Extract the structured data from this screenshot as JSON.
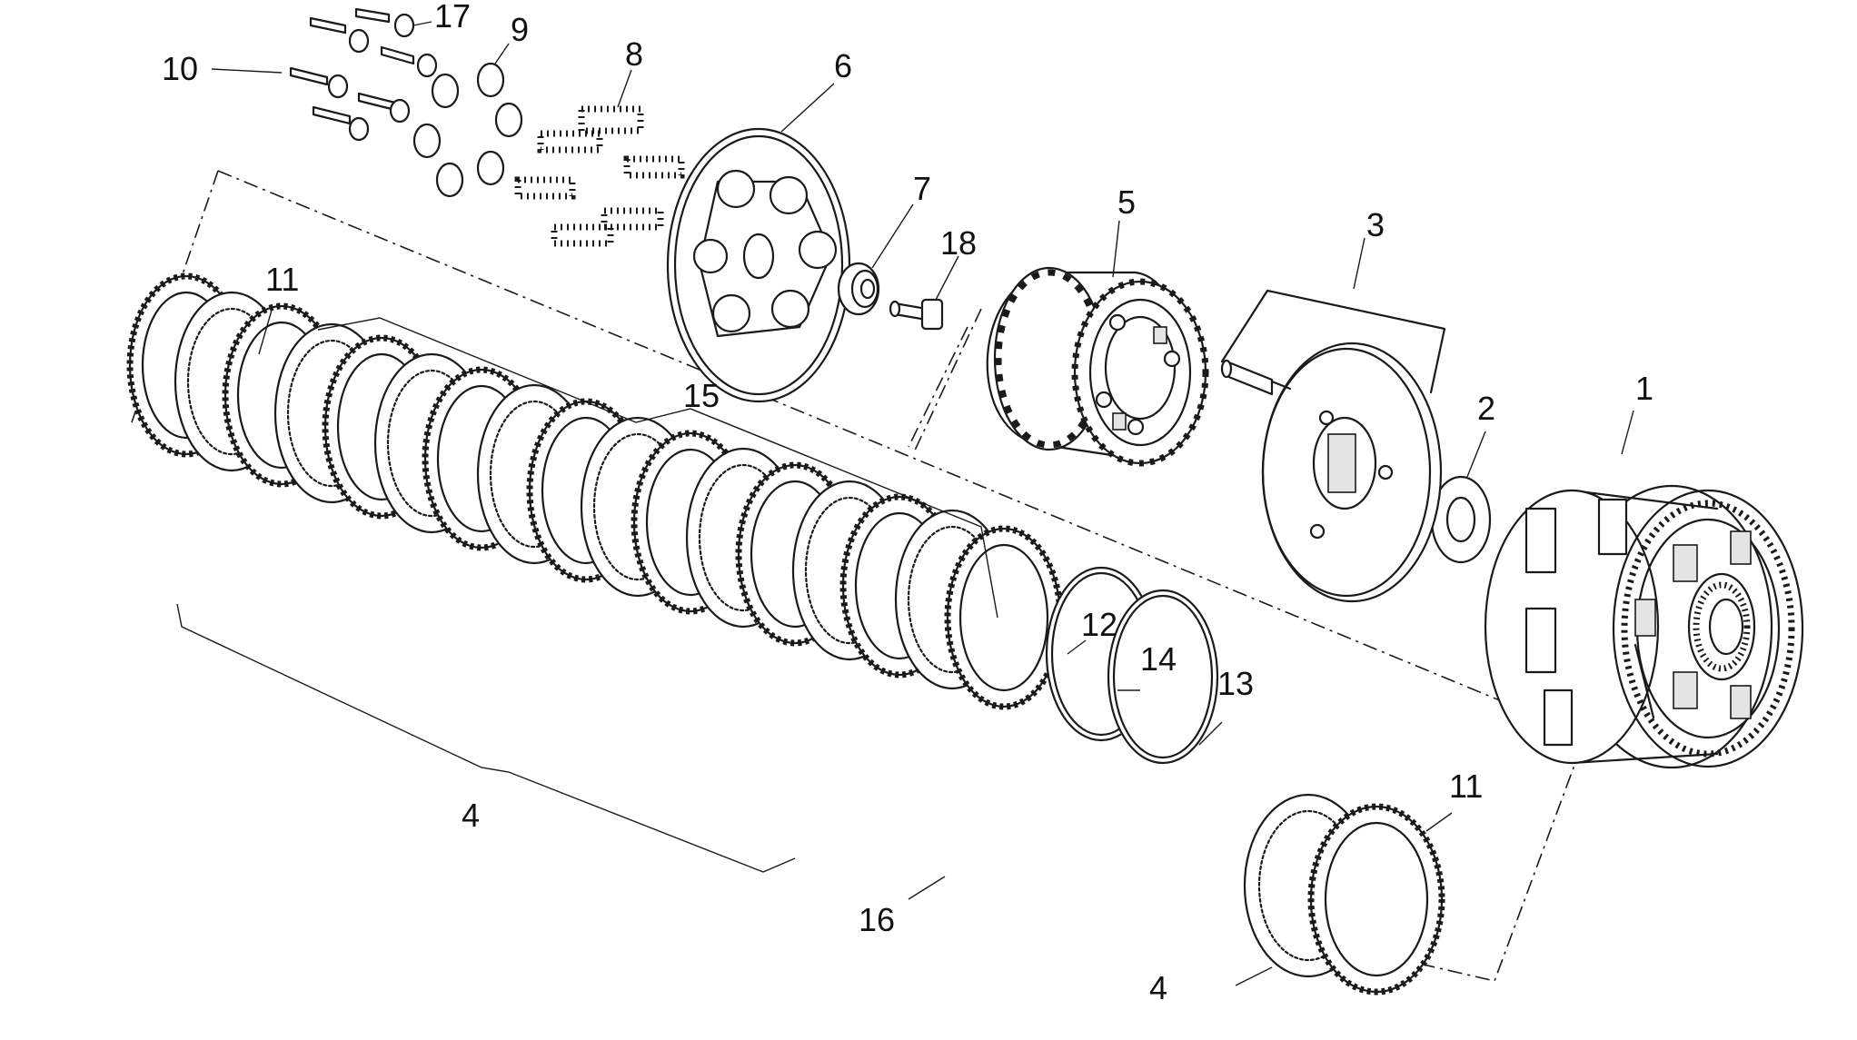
{
  "diagram": {
    "callouts": [
      {
        "id": "c1",
        "text": "1"
      },
      {
        "id": "c2",
        "text": "2"
      },
      {
        "id": "c3",
        "text": "3"
      },
      {
        "id": "c4a",
        "text": "4"
      },
      {
        "id": "c4b",
        "text": "4"
      },
      {
        "id": "c5",
        "text": "5"
      },
      {
        "id": "c6",
        "text": "6"
      },
      {
        "id": "c7",
        "text": "7"
      },
      {
        "id": "c8",
        "text": "8"
      },
      {
        "id": "c9",
        "text": "9"
      },
      {
        "id": "c10",
        "text": "10"
      },
      {
        "id": "c11a",
        "text": "11"
      },
      {
        "id": "c11b",
        "text": "11"
      },
      {
        "id": "c12",
        "text": "12"
      },
      {
        "id": "c13",
        "text": "13"
      },
      {
        "id": "c14",
        "text": "14"
      },
      {
        "id": "c15",
        "text": "15"
      },
      {
        "id": "c16",
        "text": "16"
      },
      {
        "id": "c17",
        "text": "17"
      },
      {
        "id": "c18",
        "text": "18"
      }
    ]
  }
}
